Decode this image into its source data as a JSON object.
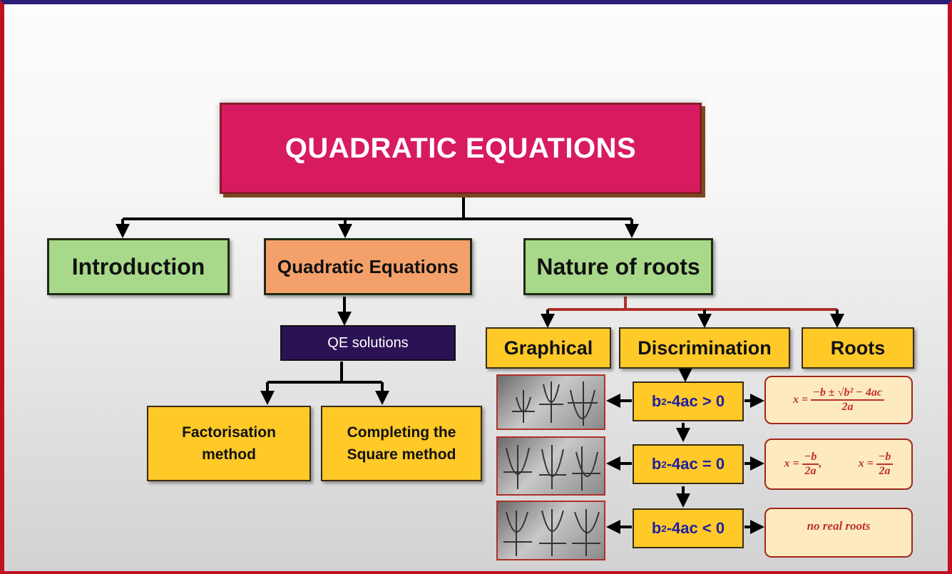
{
  "title": "QUADRATIC EQUATIONS",
  "branches": {
    "introduction": "Introduction",
    "quadratic_equations": "Quadratic Equations",
    "nature_of_roots": "Nature of roots"
  },
  "qe_solutions": {
    "label": "QE solutions",
    "methods": [
      "Factorisation method",
      "Completing the Square method"
    ]
  },
  "nature_children": [
    "Graphical",
    "Discrimination",
    "Roots"
  ],
  "discriminant": {
    "base": "b",
    "sup": "2",
    "rest": "-4ac",
    "conditions": [
      "> 0",
      "= 0",
      "< 0"
    ]
  },
  "formulas": {
    "x_eq": "x =",
    "gt_num": "−b ± √b² − 4ac",
    "gt_den": "2a",
    "eq_num": "−b",
    "eq_den": "2a",
    "lt_text": "no real roots"
  },
  "colors": {
    "title_bg": "#d81b60",
    "green_box": "#a8d98a",
    "orange_box": "#f4a06a",
    "purple_box": "#2b1255",
    "yellow_box": "#ffc928",
    "formula_bg": "#fdeac0",
    "connector_red": "#b0302a"
  }
}
